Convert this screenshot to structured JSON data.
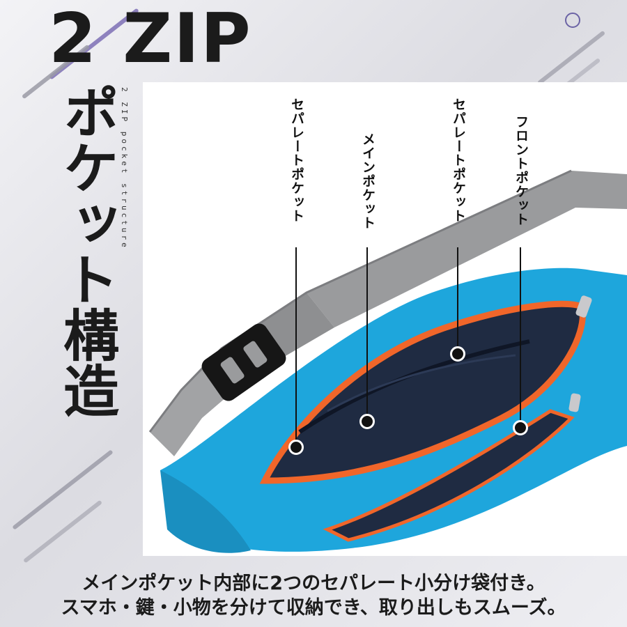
{
  "headline": "2 ZIP",
  "vertical_title": "ポケット構造",
  "vertical_subtitle": "2 ZIP pocket structure",
  "callouts": [
    {
      "label": "セパレートポケット"
    },
    {
      "label": "メインポケット"
    },
    {
      "label": "セパレートポケット"
    },
    {
      "label": "フロントポケット"
    }
  ],
  "caption": {
    "line1": "メインポケット内部に2つのセパレート小分け袋付き。",
    "line2": "スマホ・鍵・小物を分けて収納でき、取り出しもスムーズ。"
  },
  "colors": {
    "bag_blue": "#1ea6dc",
    "zipper_orange": "#f0662a",
    "lining_navy": "#1f2b42",
    "strap_gray": "#9a9b9d",
    "buckle_black": "#161616"
  }
}
